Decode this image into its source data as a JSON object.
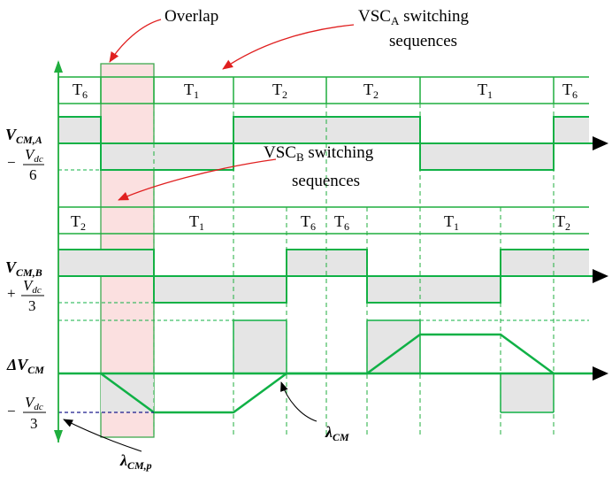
{
  "annotations": {
    "overlap": "Overlap",
    "vsca_line1_main": "VSC",
    "vsca_line1_sub": "A",
    "vsca_line1_rest": " switching",
    "vsca_line2": "sequences",
    "vscb_line1_main": "VSC",
    "vscb_line1_sub": "B",
    "vscb_line1_rest": " switching",
    "vscb_line2": "sequences"
  },
  "vsca_sequence": [
    {
      "main": "T",
      "sub": "6"
    },
    {
      "main": "T",
      "sub": "1"
    },
    {
      "main": "T",
      "sub": "2"
    },
    {
      "main": "T",
      "sub": "2"
    },
    {
      "main": "T",
      "sub": "1"
    },
    {
      "main": "T",
      "sub": "6"
    }
  ],
  "vscb_sequence": [
    {
      "main": "T",
      "sub": "2"
    },
    {
      "main": "T",
      "sub": "1"
    },
    {
      "main": "T",
      "sub": "6"
    },
    {
      "main": "T",
      "sub": "6"
    },
    {
      "main": "T",
      "sub": "1"
    },
    {
      "main": "T",
      "sub": "2"
    }
  ],
  "signals": {
    "vcm_a": {
      "main": "V",
      "sub": "CM,A"
    },
    "vcm_a_level": {
      "sign": "−",
      "num": "V",
      "num_sub": "dc",
      "den": "6"
    },
    "vcm_b": {
      "main": "V",
      "sub": "CM,B"
    },
    "vcm_b_level": {
      "sign": "+",
      "num": "V",
      "num_sub": "dc",
      "den": "3"
    },
    "delta_vcm": {
      "main": "ΔV",
      "sub": "CM"
    },
    "delta_level": {
      "sign": "−",
      "num": "V",
      "num_sub": "dc",
      "den": "3"
    },
    "lambda_cm": {
      "main": "λ",
      "sub": "CM"
    },
    "lambda_cm_p": {
      "main": "λ",
      "sub": "CM,p"
    }
  },
  "colors": {
    "waveform": "#10b146",
    "grid": "#1fae3e",
    "shade": "#e5e5e5",
    "overlap_fill": "#fbe0e0",
    "overlap_edge": "#3ea94f",
    "pointer": "#e02020",
    "ref": "#1a1a8c"
  }
}
